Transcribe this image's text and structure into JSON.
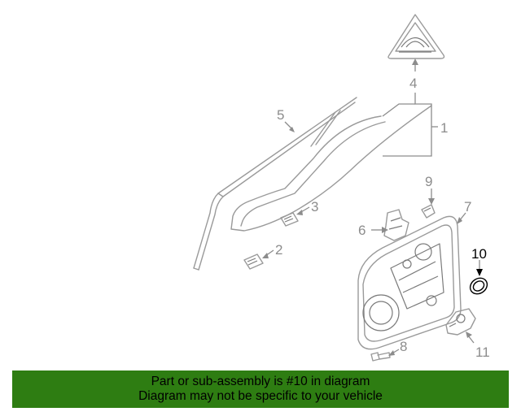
{
  "diagram": {
    "callouts": [
      {
        "id": "1",
        "label": "1",
        "highlighted": false
      },
      {
        "id": "2",
        "label": "2",
        "highlighted": false
      },
      {
        "id": "3",
        "label": "3",
        "highlighted": false
      },
      {
        "id": "4",
        "label": "4",
        "highlighted": false
      },
      {
        "id": "5",
        "label": "5",
        "highlighted": false
      },
      {
        "id": "6",
        "label": "6",
        "highlighted": false
      },
      {
        "id": "7",
        "label": "7",
        "highlighted": false
      },
      {
        "id": "8",
        "label": "8",
        "highlighted": false
      },
      {
        "id": "9",
        "label": "9",
        "highlighted": false
      },
      {
        "id": "10",
        "label": "10",
        "highlighted": true
      },
      {
        "id": "11",
        "label": "11",
        "highlighted": false
      }
    ]
  },
  "banner": {
    "line1": "Part or sub-assembly is #10 in diagram",
    "line2": "Diagram may not be specific to your vehicle",
    "color": "#2e7d12"
  },
  "colors": {
    "line_art": "#9a9a9a",
    "highlight": "#000000"
  }
}
